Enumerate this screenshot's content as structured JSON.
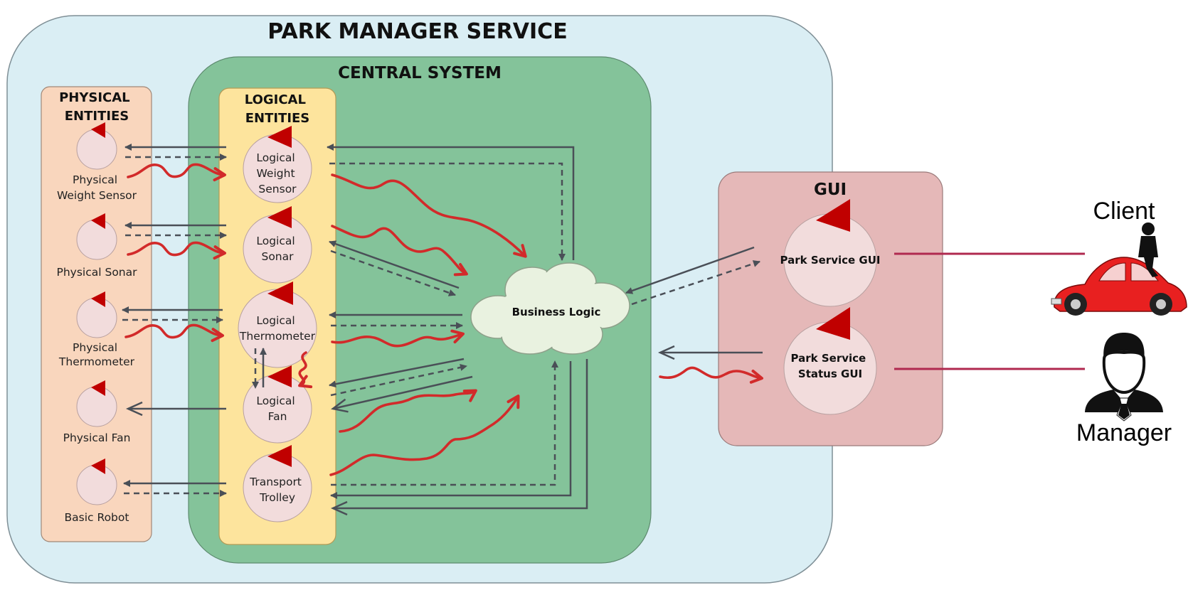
{
  "titles": {
    "service": "PARK MANAGER SERVICE",
    "central": "CENTRAL SYSTEM",
    "physical": [
      "PHYSICAL",
      "ENTITIES"
    ],
    "logical": [
      "LOGICAL",
      "ENTITIES"
    ],
    "gui": "GUI"
  },
  "physical_entities": [
    [
      "Physical",
      "Weight Sensor"
    ],
    [
      "Physical Sonar"
    ],
    [
      "Physical",
      "Thermometer"
    ],
    [
      "Physical Fan"
    ],
    [
      "Basic Robot"
    ]
  ],
  "logical_entities": [
    [
      "Logical",
      "Weight",
      "Sensor"
    ],
    [
      "Logical",
      "Sonar"
    ],
    [
      "Logical",
      "Thermometer"
    ],
    [
      "Logical",
      "Fan"
    ],
    [
      "Transport",
      "Trolley"
    ]
  ],
  "business_logic": "Business Logic",
  "gui_components": [
    [
      "Park Service GUI"
    ],
    [
      "Park Service",
      "Status GUI"
    ]
  ],
  "actors": {
    "client": "Client",
    "manager": "Manager"
  },
  "colors": {
    "service_bg": "#daeef4",
    "physical_bg": "#f9d6bd",
    "central_bg": "#84c39a",
    "logical_bg": "#fde49d",
    "gui_bg": "#e5b8b8",
    "node_fill": "#f2dcdc",
    "flag": "#c00000",
    "cloud": "#e9f2e0",
    "wave": "#d22a2a",
    "arrow": "#4a4f57",
    "actor_line": "#b0294f",
    "car": "#e82020"
  },
  "icons": [
    "flag-icon",
    "cloud-icon",
    "car-icon",
    "person-icon",
    "manager-icon"
  ]
}
